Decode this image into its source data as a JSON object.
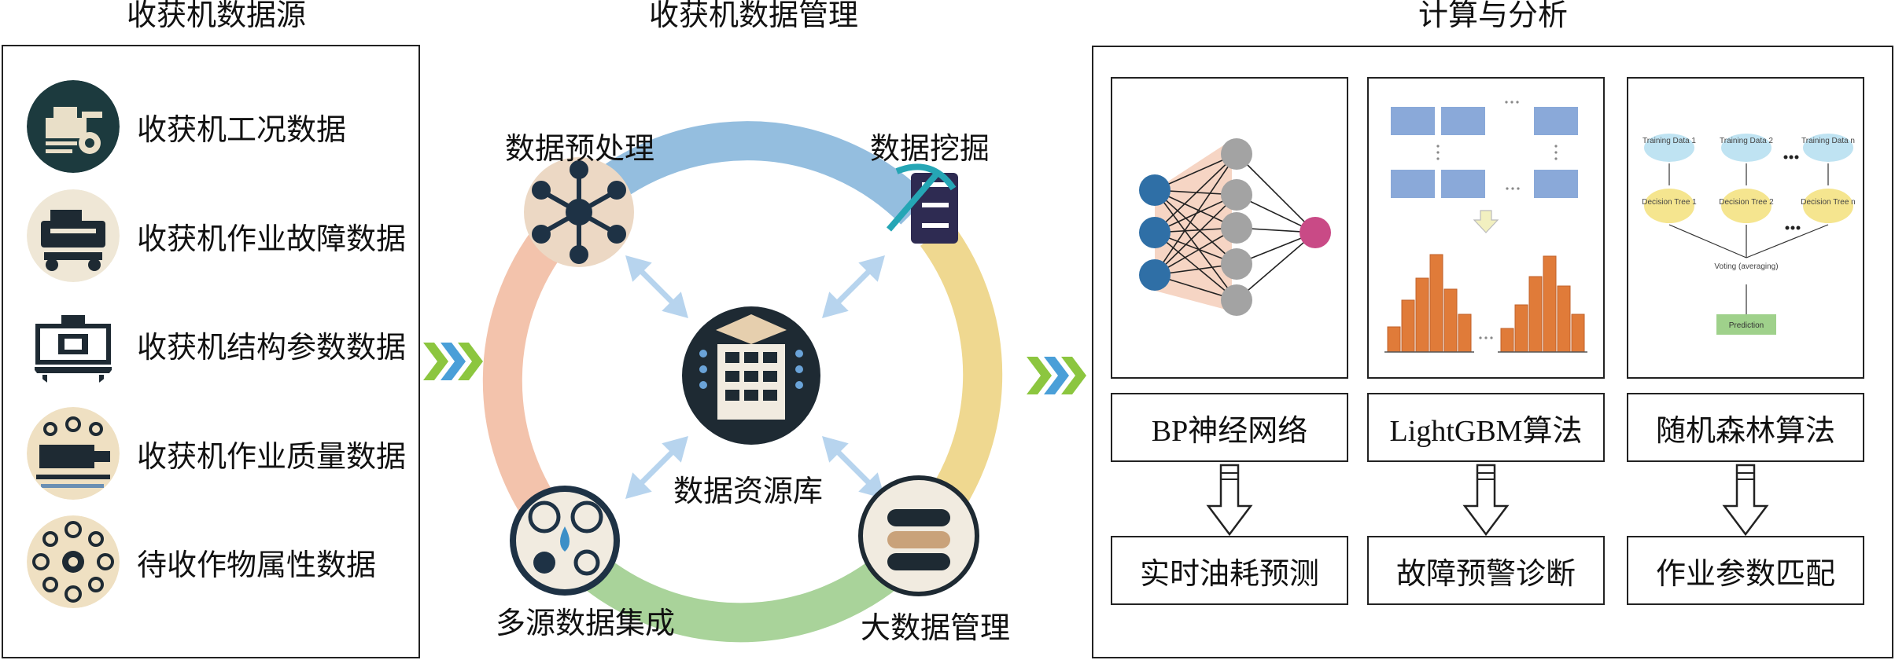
{
  "headers": {
    "source": "收获机数据源",
    "management": "收获机数据管理",
    "analysis": "计算与分析"
  },
  "sources": [
    {
      "label": "收获机工况数据",
      "icon": "harvester-condition-icon"
    },
    {
      "label": "收获机作业故障数据",
      "icon": "harvester-fault-icon"
    },
    {
      "label": "收获机结构参数数据",
      "icon": "harvester-structure-icon"
    },
    {
      "label": "收获机作业质量数据",
      "icon": "harvester-quality-icon"
    },
    {
      "label": "待收作物属性数据",
      "icon": "crop-attribute-icon"
    }
  ],
  "management": {
    "nodes": {
      "preprocess": "数据预处理",
      "mining": "数据挖掘",
      "integration": "多源数据集成",
      "bigdata": "大数据管理"
    },
    "center": "数据资源库",
    "ring_colors": [
      "#94bedf",
      "#efd890",
      "#a9d39a",
      "#f3c3ac"
    ]
  },
  "analysis": {
    "algorithms": [
      {
        "name": "BP神经网络",
        "output": "实时油耗预测"
      },
      {
        "name": "LightGBM算法",
        "output": "故障预警诊断"
      },
      {
        "name": "随机森林算法",
        "output": "作业参数匹配"
      }
    ],
    "random_forest": {
      "training": [
        "Training Data 1",
        "Training Data 2",
        "Training Data n"
      ],
      "trees": [
        "Decision Tree 1",
        "Decision Tree 2",
        "Decision Tree n"
      ],
      "voting": "Voting (averaging)",
      "prediction": "Prediction"
    }
  },
  "colors": {
    "chevron_green": "#8cc63f",
    "chevron_blue": "#4a9fd8",
    "nn_input": "#2f6fa6",
    "nn_hidden": "#a3a3a3",
    "nn_output": "#c94a86",
    "lgbm_box": "#8aa9d9",
    "lgbm_bar": "#e07b39"
  }
}
